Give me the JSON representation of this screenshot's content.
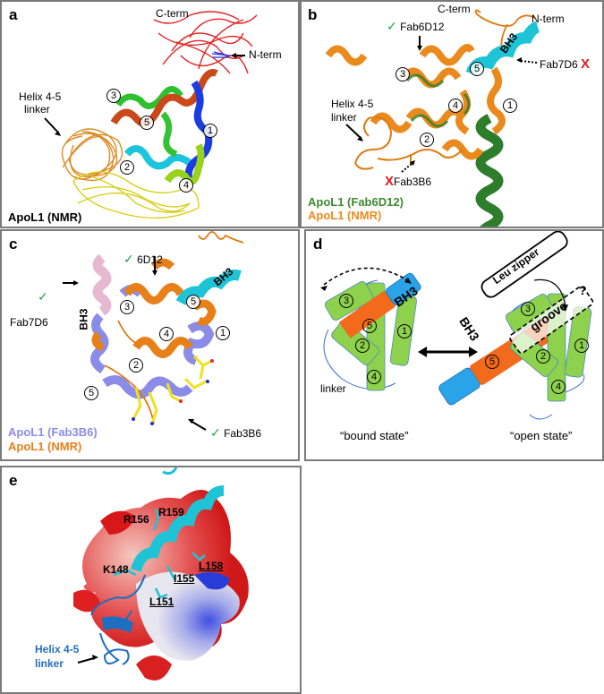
{
  "figure": {
    "panels": [
      {
        "id": "a",
        "label": "a"
      },
      {
        "id": "b",
        "label": "b"
      },
      {
        "id": "c",
        "label": "c"
      },
      {
        "id": "d",
        "label": "d"
      },
      {
        "id": "e",
        "label": "e"
      }
    ]
  },
  "panel_a": {
    "label": "a",
    "c_term": "C-term",
    "n_term": "N-term",
    "linker": [
      "Helix 4-5",
      "linker"
    ],
    "helices": [
      "1",
      "2",
      "3",
      "4",
      "5"
    ],
    "caption": "ApoL1 (NMR)",
    "colors": {
      "red": "#e02020",
      "blue": "#1a2ed6",
      "orange": "#e07a10",
      "yellow": "#e8e020",
      "green": "#2fc22f",
      "cyan": "#19c6e0",
      "lime": "#9ad41e"
    }
  },
  "panel_b": {
    "label": "b",
    "c_term": "C-term",
    "n_term": "N-term",
    "fab6d12": "Fab6D12",
    "fab7d6": "Fab7D6",
    "fab3b6": "Fab3B6",
    "bh3": "BH3",
    "linker": [
      "Helix 4-5",
      "linker"
    ],
    "helices": [
      "1",
      "2",
      "3",
      "4",
      "5"
    ],
    "check": "✓",
    "cross": "X",
    "legend": [
      {
        "text": "ApoL1 (Fab6D12)",
        "color": "#3d8a2e"
      },
      {
        "text": "ApoL1 (NMR)",
        "color": "#f08a1c"
      }
    ]
  },
  "panel_c": {
    "label": "c",
    "sixd12": "6D12",
    "fab7d6": "Fab7D6",
    "fab3b6": "Fab3B6",
    "bh3_top": "BH3",
    "bh3_left": "BH3",
    "helices": [
      "1",
      "2",
      "3",
      "4",
      "5",
      "5"
    ],
    "check": "✓",
    "legend": [
      {
        "text": "ApoL1 (Fab3B6)",
        "color": "#8a8ce8"
      },
      {
        "text": "ApoL1 (NMR)",
        "color": "#e8801a"
      }
    ]
  },
  "panel_d": {
    "label": "d",
    "bh3": "BH3",
    "leu_zipper": "Leu zipper",
    "groove": "groove",
    "question": "?",
    "linker": "linker",
    "bound_state": "“bound state”",
    "open_state": "“open state”",
    "helices": [
      "1",
      "2",
      "3",
      "4",
      "5"
    ],
    "colors": {
      "cylinder": "#8ed14d",
      "helix5": "#f26a1b",
      "bh3": "#2aa3e8"
    }
  },
  "panel_e": {
    "label": "e",
    "residues": [
      {
        "name": "R156",
        "underline": false
      },
      {
        "name": "R159",
        "underline": false
      },
      {
        "name": "K148",
        "underline": false
      },
      {
        "name": "L158",
        "underline": true
      },
      {
        "name": "I155",
        "underline": true
      },
      {
        "name": "L151",
        "underline": true
      }
    ],
    "linker": [
      "Helix 4-5",
      "linker"
    ],
    "linker_color": "#1f6fc0"
  }
}
